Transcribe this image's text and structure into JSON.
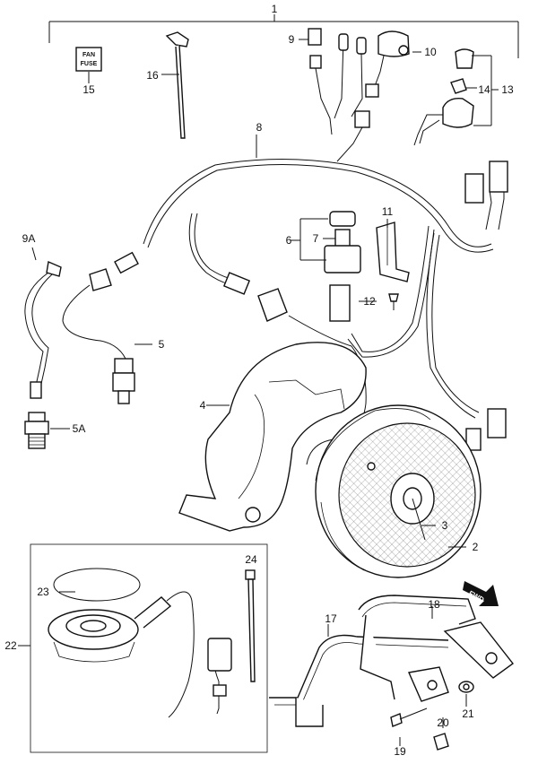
{
  "fan_fuse_label": {
    "line1": "FAN",
    "line2": "FUSE"
  },
  "forward_label": "FWD",
  "callouts": [
    {
      "id": "c1",
      "text": "1"
    },
    {
      "id": "c2",
      "text": "2"
    },
    {
      "id": "c3",
      "text": "3"
    },
    {
      "id": "c4",
      "text": "4"
    },
    {
      "id": "c5",
      "text": "5"
    },
    {
      "id": "c5a",
      "text": "5A"
    },
    {
      "id": "c6",
      "text": "6"
    },
    {
      "id": "c7",
      "text": "7"
    },
    {
      "id": "c8",
      "text": "8"
    },
    {
      "id": "c9",
      "text": "9"
    },
    {
      "id": "c9a",
      "text": "9A"
    },
    {
      "id": "c10",
      "text": "10"
    },
    {
      "id": "c11",
      "text": "11"
    },
    {
      "id": "c12",
      "text": "12"
    },
    {
      "id": "c13",
      "text": "13"
    },
    {
      "id": "c14",
      "text": "14"
    },
    {
      "id": "c15",
      "text": "15"
    },
    {
      "id": "c16",
      "text": "16"
    },
    {
      "id": "c17",
      "text": "17"
    },
    {
      "id": "c18",
      "text": "18"
    },
    {
      "id": "c19",
      "text": "19"
    },
    {
      "id": "c20",
      "text": "20"
    },
    {
      "id": "c21",
      "text": "21"
    },
    {
      "id": "c22",
      "text": "22"
    },
    {
      "id": "c23",
      "text": "23"
    },
    {
      "id": "c24",
      "text": "24"
    }
  ]
}
